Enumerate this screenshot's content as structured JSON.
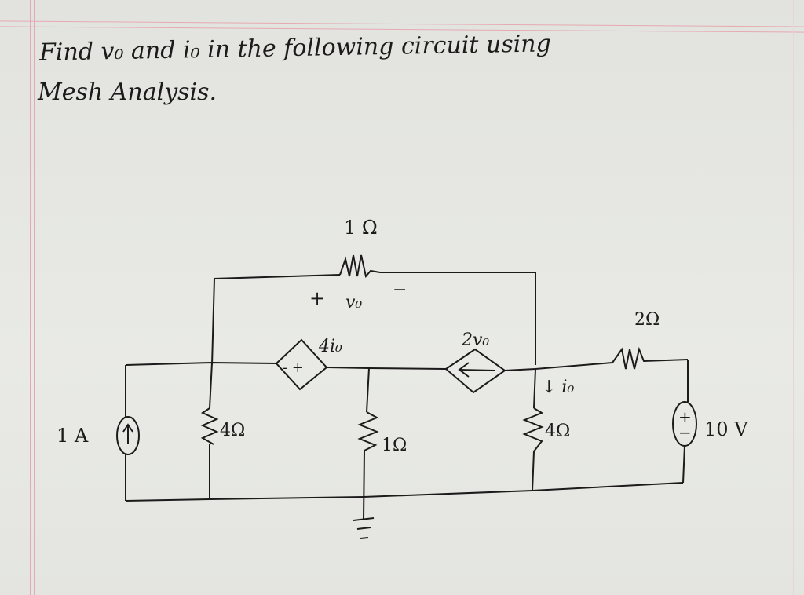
{
  "question": {
    "line1": "Find v₀ and i₀ in the following circuit using",
    "line2": "Mesh Analysis."
  },
  "circuit": {
    "top_resistor": {
      "label": "1 Ω",
      "voltage_plus": "+",
      "voltage_name": "v₀",
      "voltage_minus": "−"
    },
    "dep_voltage_source": {
      "label": "4i₀",
      "polarity": "- +"
    },
    "dep_current_source": {
      "label": "2v₀",
      "arrow": "←"
    },
    "current_source": {
      "label": "1 A",
      "arrow": "↑"
    },
    "left_resistor": {
      "label": "4Ω"
    },
    "middle_resistor": {
      "label": "1Ω"
    },
    "right_resistor": {
      "label": "4Ω",
      "current_label": "↓ i₀"
    },
    "series_resistor": {
      "label": "2Ω"
    },
    "voltage_source": {
      "label": "10 V",
      "plus": "+",
      "minus": "−"
    },
    "ground": "ground"
  },
  "colors": {
    "ink": "#1c1a1a",
    "margin_line": "#e7a9b1",
    "paper": "#e6e7e3"
  }
}
